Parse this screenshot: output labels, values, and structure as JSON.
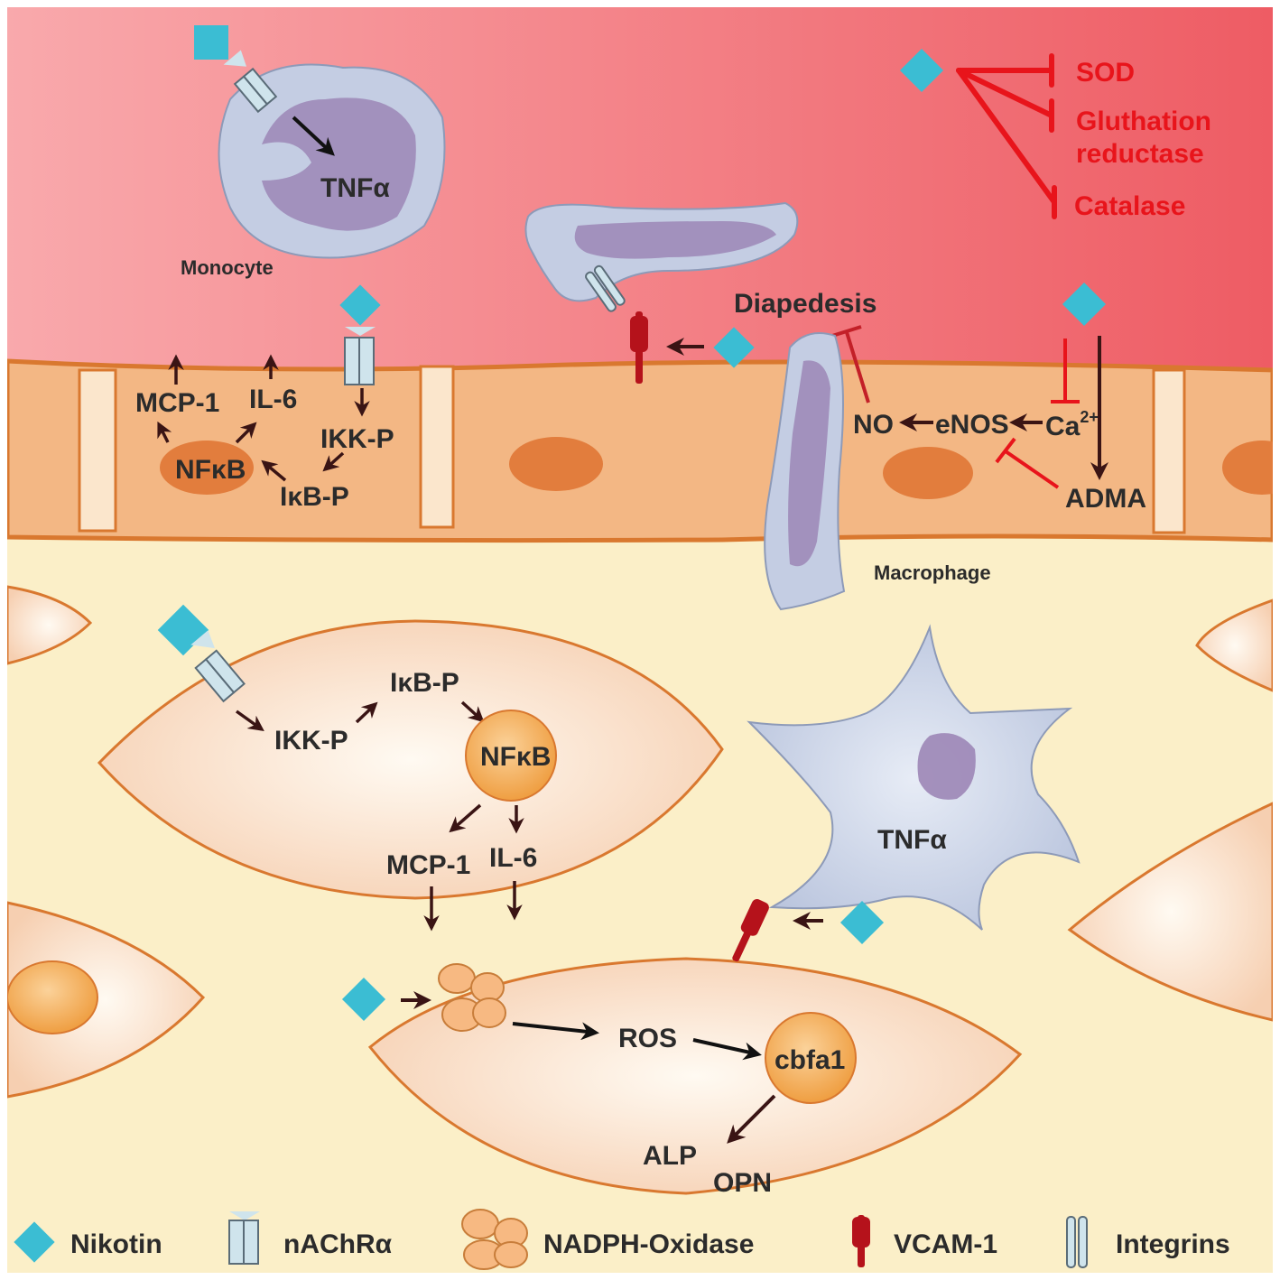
{
  "colors": {
    "blood_top_left": "#f9a6a9",
    "blood_top_right": "#ee5a62",
    "endothelium": "#f3b784",
    "endothelium_border": "#d97a3a",
    "nucleus": "#e27d3d",
    "tissue": "#fbefc8",
    "smc_cell": "#f8d6bd",
    "nicotine": "#3bbdd3",
    "receptor": "#cfe4ec",
    "vcam": "#b5121b",
    "inhibition_red": "#e8141b",
    "arrow_dark": "#3a1414",
    "immune_cell": "#c9d3e8",
    "immune_nucleus": "#9c86b6"
  },
  "icons": {
    "nicotine": "diamond-icon",
    "receptor": "receptor-channel-icon",
    "nadph": "enzyme-cluster-icon",
    "vcam": "vcam-adhesion-icon",
    "integrin": "integrin-pair-icon"
  },
  "labels": {
    "monocyte": "Monocyte",
    "monocyte_tnf": "TNFα",
    "sod": "SOD",
    "gluth_1": "Gluthation",
    "gluth_2": "reductase",
    "catalase": "Catalase",
    "diapedesis": "Diapedesis",
    "endo_mcp1": "MCP-1",
    "endo_il6": "IL-6",
    "endo_ikkp": "IKK-P",
    "endo_nfkb": "NFκB",
    "endo_ikbp": "IκB-P",
    "no": "NO",
    "enos": "eNOS",
    "ca": "Ca",
    "ca_sup": "2+",
    "adma": "ADMA",
    "macrophage": "Macrophage",
    "smc_ikkp": "IKK-P",
    "smc_ikbp": "IκB-P",
    "smc_nfkb": "NFκB",
    "smc_mcp1": "MCP-1",
    "smc_il6": "IL-6",
    "macrophage_tnf": "TNFα",
    "ros": "ROS",
    "cbfa1": "cbfa1",
    "alp": "ALP",
    "opn": "OPN"
  },
  "legend": [
    {
      "icon": "diamond-icon",
      "label": "Nikotin"
    },
    {
      "icon": "receptor-channel-icon",
      "label": "nAChRα"
    },
    {
      "icon": "enzyme-cluster-icon",
      "label": "NADPH-Oxidase"
    },
    {
      "icon": "vcam-adhesion-icon",
      "label": "VCAM-1"
    },
    {
      "icon": "integrin-pair-icon",
      "label": "Integrins"
    }
  ]
}
